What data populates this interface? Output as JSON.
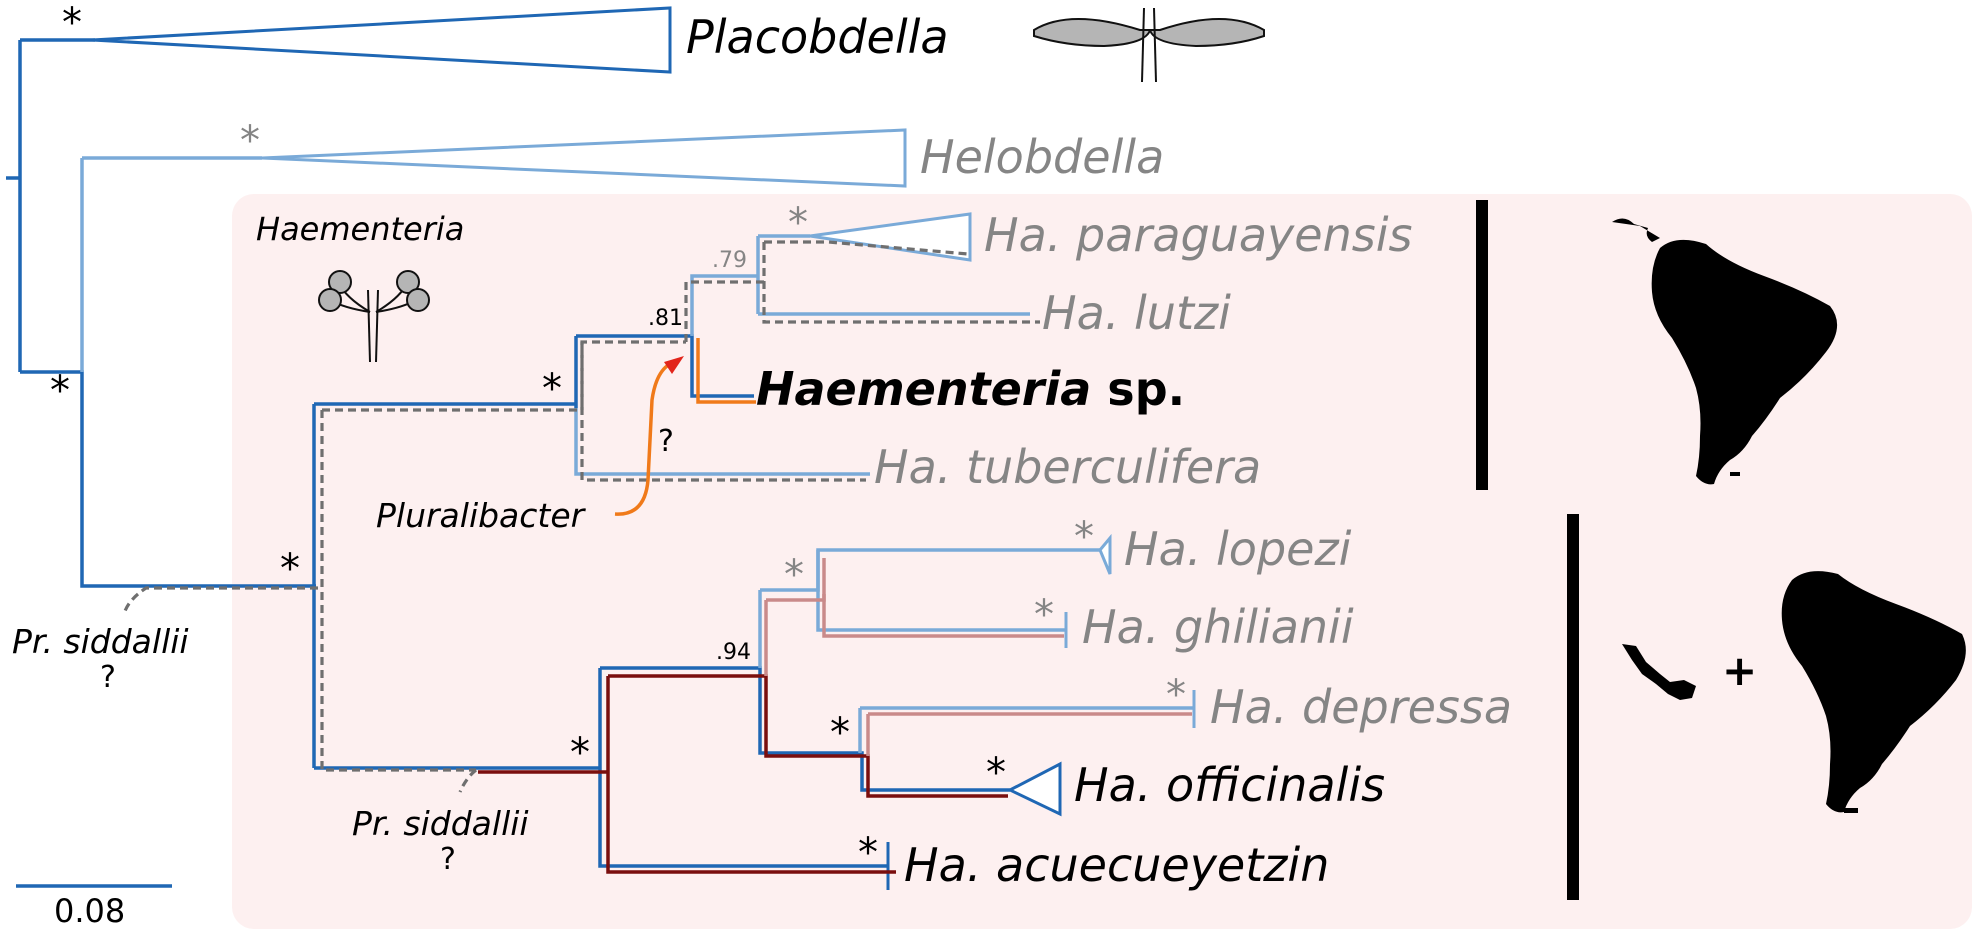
{
  "taxa": {
    "placobdella": "Placobdella",
    "helobdella": "Helobdella",
    "paraguayensis": "Ha. paraguayensis",
    "lutzi": "Ha. lutzi",
    "sp_genus": "Haementeria",
    "sp_suffix": " sp.",
    "tuberculifera": "Ha. tuberculifera",
    "lopezi": "Ha. lopezi",
    "ghilianii": "Ha. ghilianii",
    "depressa": "Ha. depressa",
    "officinalis": "Ha. officinalis",
    "acuecueyetzin": "Ha. acuecueyetzin"
  },
  "clade_label": "Haementeria",
  "symbionts": {
    "pluralibacter": "Pluralibacter",
    "siddallii_1": "Pr. siddallii",
    "siddallii_2": "Pr. siddallii",
    "uncertain": "?"
  },
  "support": {
    "star": "*",
    "v79": ".79",
    "v81": ".81",
    "v94": ".94"
  },
  "scale_bar_value": "0.08",
  "map_plus": "+",
  "colors": {
    "dark_blue": "#1f67b4",
    "light_blue": "#7aaad8",
    "gray_dash": "#6f6f6f",
    "dark_red": "#7a0e0e",
    "light_red": "#c98a8a",
    "orange": "#f07a1a",
    "shade": "#fdf0f0",
    "gray_text": "#858585"
  }
}
